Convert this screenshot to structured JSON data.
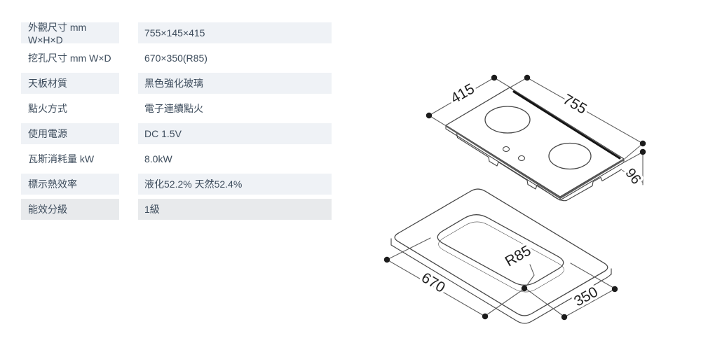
{
  "page": {
    "background": "#ffffff"
  },
  "colors": {
    "row_shaded": "#eff2f6",
    "row_highlight": "#e8eaec",
    "table_text": "#3d4c5c",
    "drawing_line": "#474747",
    "dimension_line": "#5f5f5f"
  },
  "spec_table": {
    "rows": [
      {
        "label": "外觀尺寸 mm W×H×D",
        "value": "755×145×415"
      },
      {
        "label": "挖孔尺寸 mm W×D",
        "value": "670×350(R85)"
      },
      {
        "label": "天板材質",
        "value": "黑色強化玻璃"
      },
      {
        "label": "點火方式",
        "value": "電子連續點火"
      },
      {
        "label": "使用電源",
        "value": "DC 1.5V"
      },
      {
        "label": "瓦斯消耗量 kW",
        "value": "8.0kW"
      },
      {
        "label": "標示熱效率",
        "value": "液化52.2% 天然52.4%"
      },
      {
        "label": "能效分級",
        "value": "1級"
      }
    ]
  },
  "diagram": {
    "top_view": {
      "width_label": "755",
      "depth_label": "415",
      "height_label": "96"
    },
    "cutout_view": {
      "width_label": "670",
      "depth_label": "350",
      "radius_label": "R85"
    }
  }
}
